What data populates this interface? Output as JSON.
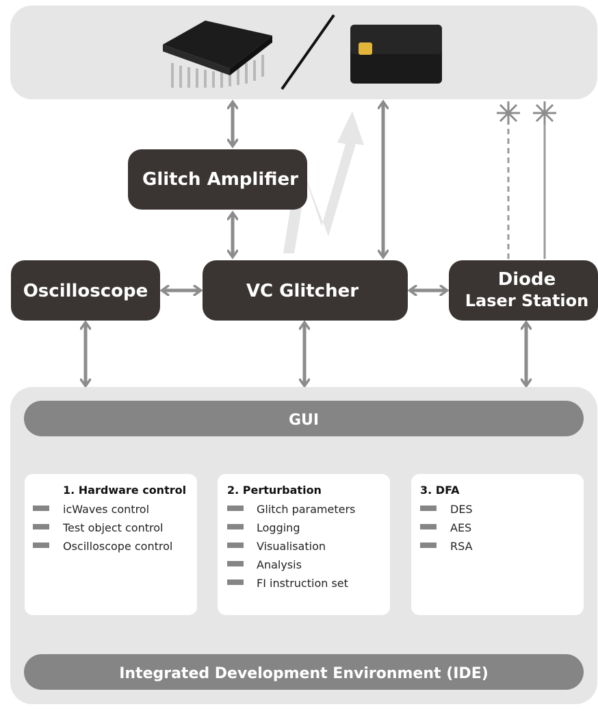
{
  "nodes": {
    "glitch_amplifier": "Glitch Amplifier",
    "oscilloscope": "Oscilloscope",
    "vc_glitcher": "VC Glitcher",
    "diode_laser_line1": "Diode",
    "diode_laser_line2": "Laser Station"
  },
  "gui_label": "GUI",
  "ide_label": "Integrated Development Environment (IDE)",
  "boxes": [
    {
      "title": "1. Hardware control",
      "items": [
        "icWaves control",
        "Test object control",
        "Oscilloscope control"
      ]
    },
    {
      "title": "2. Perturbation",
      "items": [
        "Glitch parameters",
        "Logging",
        "Visualisation",
        "Analysis",
        "FI instruction set"
      ]
    },
    {
      "title": "3. DFA",
      "items": [
        "DES",
        "AES",
        "RSA"
      ]
    }
  ],
  "colors": {
    "node_fill": "#3a3533",
    "panel_fill": "#e6e6e6",
    "bar_fill": "#858585",
    "arrow": "#8c8c8c"
  },
  "icons": [
    "microchip-icon",
    "smart-card-icon"
  ]
}
